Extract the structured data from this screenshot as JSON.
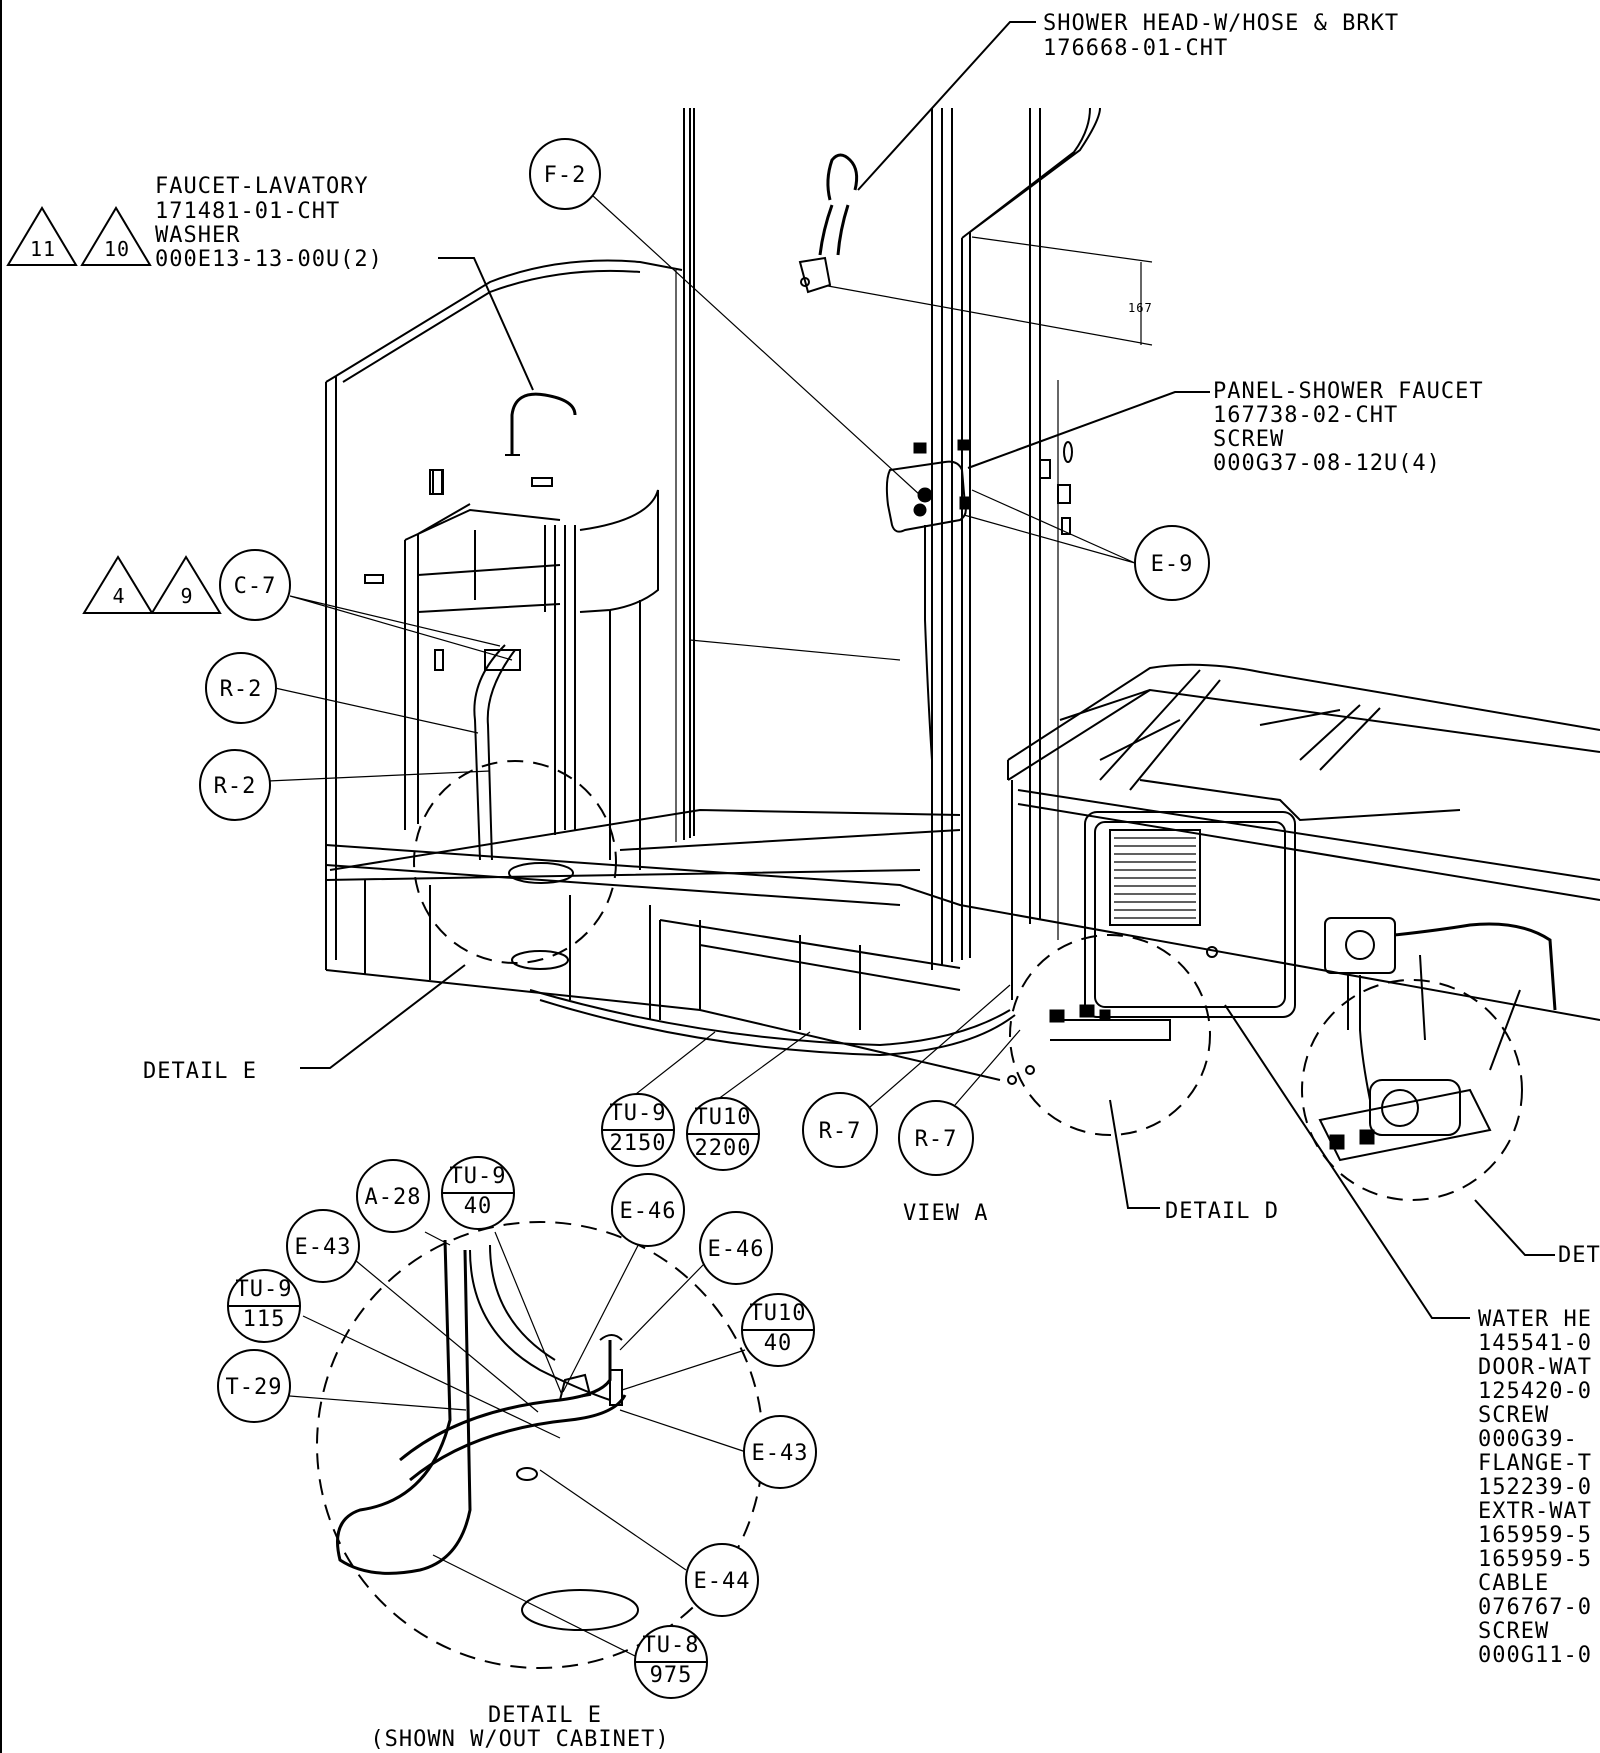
{
  "labels": {
    "shower_head": [
      "SHOWER HEAD-W/HOSE & BRKT",
      "176668-01-CHT"
    ],
    "faucet_lavatory": [
      "FAUCET-LAVATORY",
      "171481-01-CHT",
      "WASHER",
      "000E13-13-00U(2)"
    ],
    "panel_shower": [
      "PANEL-SHOWER FAUCET",
      "167738-02-CHT",
      "SCREW",
      "000G37-08-12U(4)"
    ],
    "water_heater": [
      "WATER HE",
      "145541-0",
      "DOOR-WAT",
      "125420-0",
      "SCREW",
      "000G39-",
      "FLANGE-T",
      "152239-0",
      "EXTR-WAT",
      "165959-5",
      "165959-5",
      "CABLE",
      "076767-0",
      "SCREW",
      "000G11-0"
    ],
    "detail_e_callout": "DETAIL E",
    "detail_d_callout": "DETAIL D",
    "detail_cut": "DET",
    "view_a": "VIEW A",
    "detail_e_title": "DETAIL E",
    "detail_e_subtitle": "(SHOWN W/OUT CABINET)",
    "dimension": "167"
  },
  "triangles": [
    "11",
    "10",
    "4",
    "9"
  ],
  "bubbles": {
    "f2": "F-2",
    "e9": "E-9",
    "c7": "C-7",
    "r2a": "R-2",
    "r2b": "R-2",
    "r7a": "R-7",
    "r7b": "R-7",
    "a28": "A-28",
    "e46a": "E-46",
    "e46b": "E-46",
    "e43a": "E-43",
    "e43b": "E-43",
    "t29": "T-29",
    "e44": "E-44"
  },
  "fraction_bubbles": {
    "tu9_2150": [
      "TU-9",
      "2150"
    ],
    "tu10_2200": [
      "TU10",
      "2200"
    ],
    "tu9_40": [
      "TU-9",
      "40"
    ],
    "tu9_115": [
      "TU-9",
      "115"
    ],
    "tu10_40": [
      "TU10",
      "40"
    ],
    "tu8_975": [
      "TU-8",
      "975"
    ]
  }
}
